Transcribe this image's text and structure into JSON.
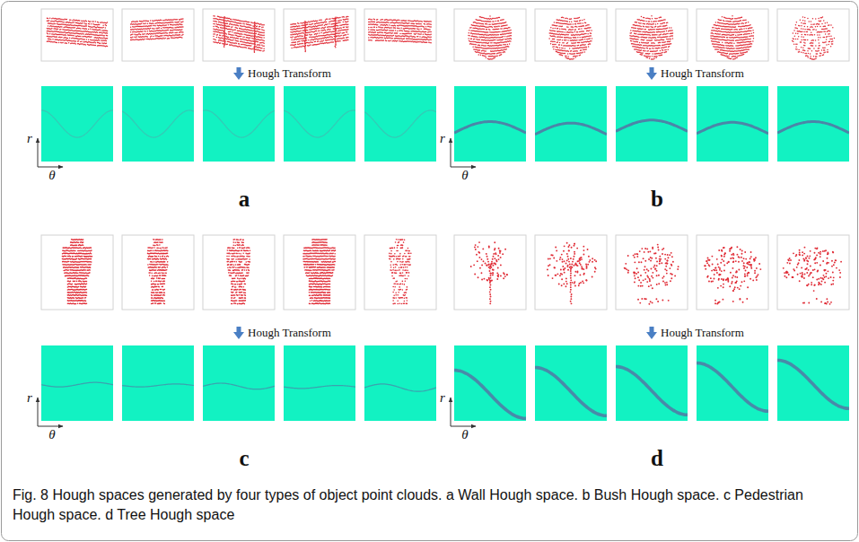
{
  "diagram": {
    "caption": "Fig. 8 Hough spaces generated by four types of object point clouds. a Wall Hough space. b Bush Hough space. c Pedestrian Hough space. d Tree Hough space",
    "labels": [
      "Hough Transform",
      "r",
      "θ",
      "a",
      "Hough Transform",
      "r",
      "θ",
      "b",
      "Hough Transform",
      "r",
      "θ",
      "c",
      "Hough Transform",
      "r",
      "θ",
      "d"
    ]
  }
}
